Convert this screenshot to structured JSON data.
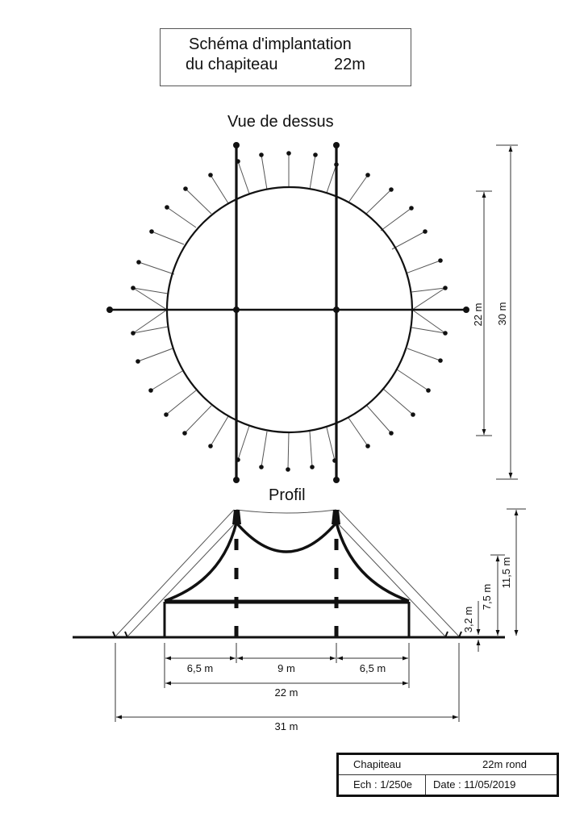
{
  "title": {
    "line1": "Schéma d'implantation",
    "line2": "du chapiteau",
    "size": "22m"
  },
  "top_view": {
    "title": "Vue de dessus",
    "dimensions": {
      "inner_diameter": "22 m",
      "outer_span": "30 m"
    }
  },
  "profile": {
    "title": "Profil",
    "dimensions": {
      "left_bay": "6,5 m",
      "center_bay": "9 m",
      "right_bay": "6,5 m",
      "tent_width": "22 m",
      "total_width": "31 m",
      "wall_height": "3,2 m",
      "eave_height": "7,5 m",
      "total_height": "11,5 m"
    }
  },
  "cartouche": {
    "name": "Chapiteau",
    "type": "22m rond",
    "scale": "Ech : 1/250e",
    "date": "Date : 11/05/2019"
  },
  "colors": {
    "line": "#111111",
    "thin_line": "#555555",
    "background": "#ffffff"
  }
}
